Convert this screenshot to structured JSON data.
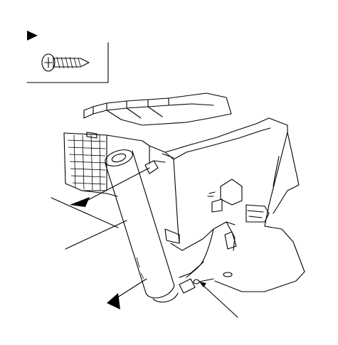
{
  "diagram": {
    "type": "exploded-assembly-illustration",
    "text_labels": [],
    "inset": {
      "marker_icon": "filled-triangle-right",
      "part_icon": "phillips-tapping-screw-icon"
    },
    "callout_markers": [
      {
        "name": "upper-pointer",
        "icon": "filled-triangle-pointer"
      },
      {
        "name": "lower-pointer",
        "icon": "filled-triangle-pointer"
      }
    ],
    "leader_line_count": 5,
    "colors": {
      "line": "#000000",
      "background": "#ffffff"
    }
  }
}
